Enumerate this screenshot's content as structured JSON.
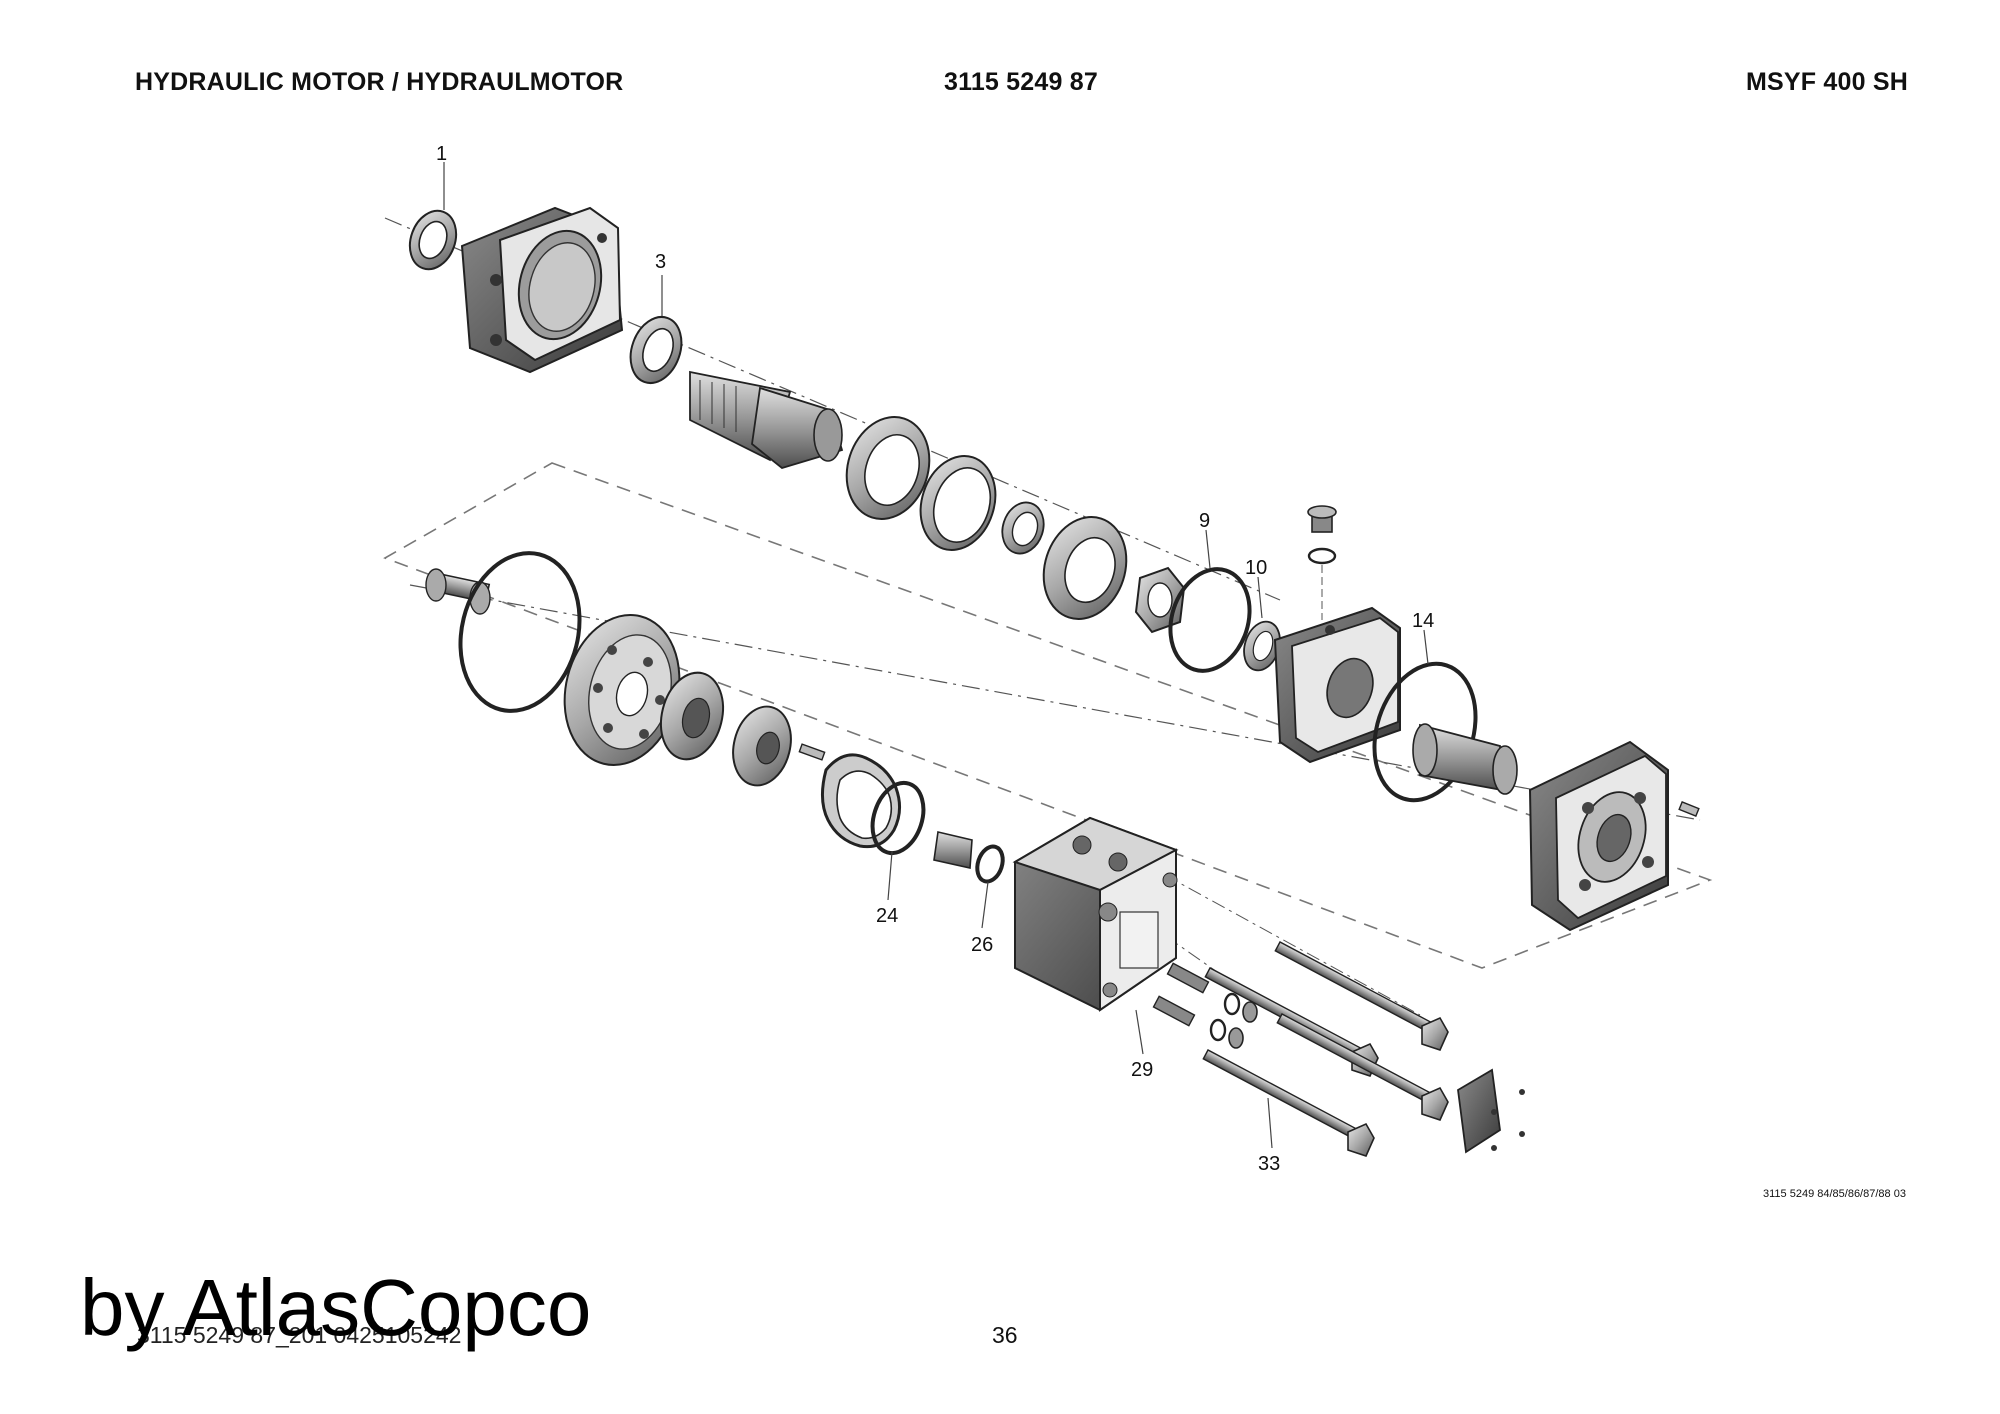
{
  "header": {
    "title": "HYDRAULIC MOTOR / HYDRAULMOTOR",
    "part_number": "3115 5249 87",
    "model": "MSYF 400 SH"
  },
  "diagram": {
    "callouts": [
      "1",
      "3",
      "9",
      "10",
      "14",
      "24",
      "26",
      "29",
      "33"
    ],
    "reference_code": "3115 5249 84/85/86/87/88 03"
  },
  "footer": {
    "document_code": "3115 5249 87_201 0425105242",
    "page_number": "36",
    "watermark": "by AtlasCopco"
  }
}
